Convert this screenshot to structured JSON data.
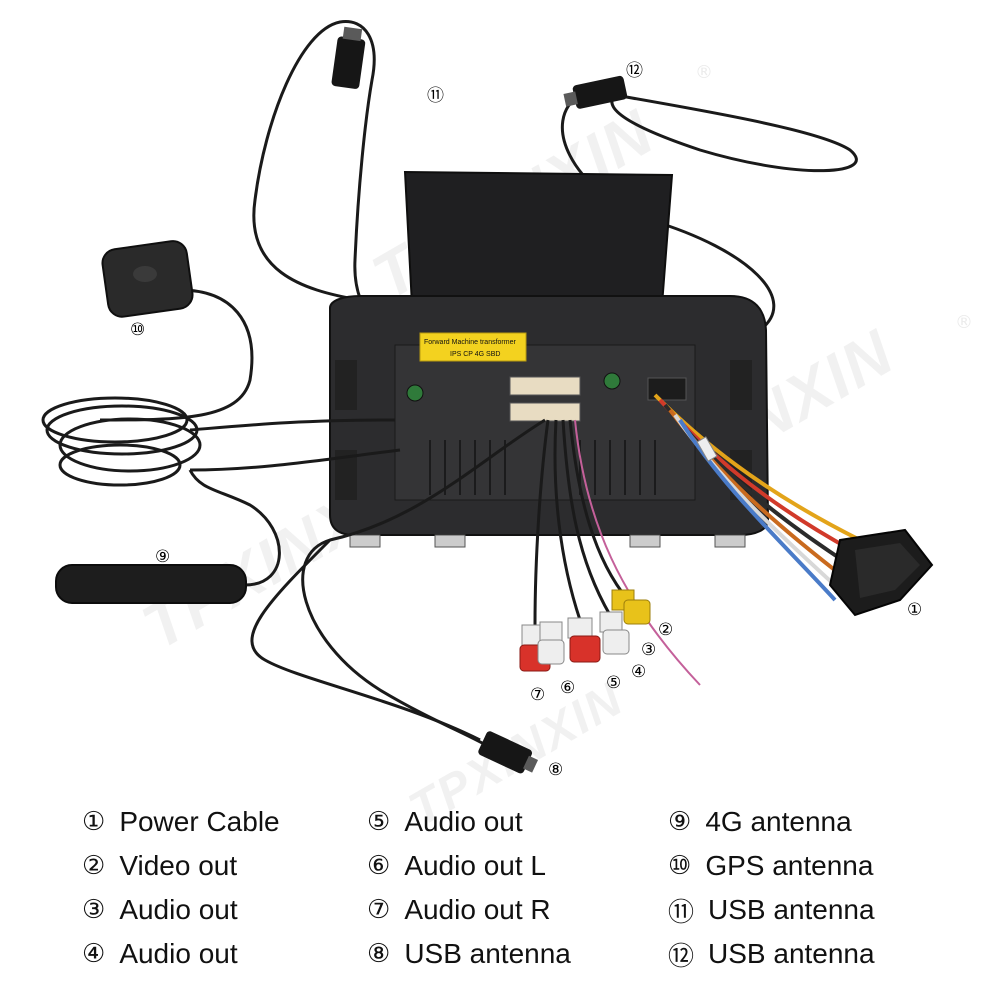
{
  "watermark": {
    "brand": "TPXINXIN",
    "registered": "®"
  },
  "sticker": {
    "line1": "Forward Machine transformer",
    "line2": "IPS CP 4G SBD"
  },
  "callouts": [
    {
      "num": "①"
    },
    {
      "num": "②"
    },
    {
      "num": "③"
    },
    {
      "num": "④"
    },
    {
      "num": "⑤"
    },
    {
      "num": "⑥"
    },
    {
      "num": "⑦"
    },
    {
      "num": "⑧"
    },
    {
      "num": "⑨"
    },
    {
      "num": "⑩"
    },
    {
      "num": "⑪"
    },
    {
      "num": "⑫"
    }
  ],
  "legend": [
    {
      "num": "①",
      "label": "Power Cable"
    },
    {
      "num": "②",
      "label": "Video out"
    },
    {
      "num": "③",
      "label": "Audio out"
    },
    {
      "num": "④",
      "label": "Audio out"
    },
    {
      "num": "⑤",
      "label": "Audio out"
    },
    {
      "num": "⑥",
      "label": "Audio out L"
    },
    {
      "num": "⑦",
      "label": "Audio out R"
    },
    {
      "num": "⑧",
      "label": "USB antenna"
    },
    {
      "num": "⑨",
      "label": "4G antenna"
    },
    {
      "num": "⑩",
      "label": "GPS antenna"
    },
    {
      "num": "⑪",
      "label": "USB antenna"
    },
    {
      "num": "⑫",
      "label": "USB antenna"
    }
  ],
  "colors": {
    "cable": "#1a1a1a",
    "body": "#2c2c2e",
    "screen": "#1f1f21",
    "rca_red": "#d8322a",
    "rca_white": "#eeeeee",
    "rca_yellow": "#e8c21a",
    "sticker": "#f3d21f"
  }
}
